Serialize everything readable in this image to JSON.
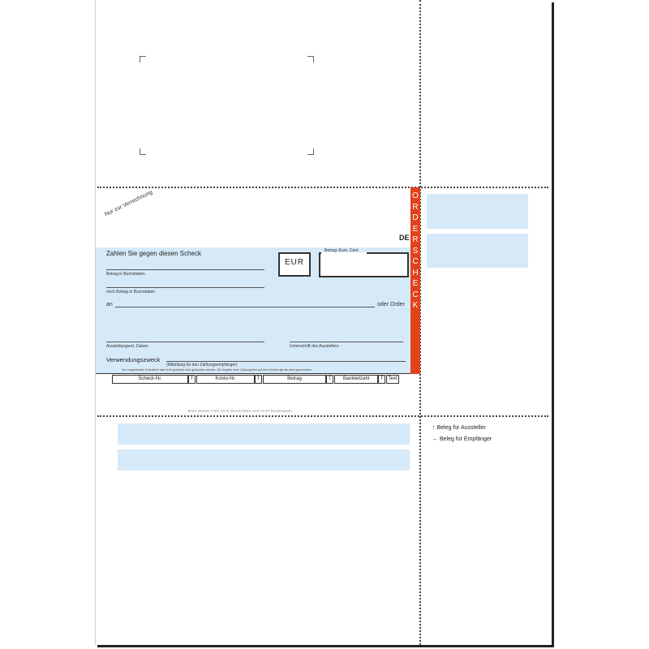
{
  "stamp": "Nur zur Verrechnung",
  "country_code": "DE",
  "band_letters": [
    "O",
    "R",
    "D",
    "E",
    "R",
    "S",
    "C",
    "H",
    "E",
    "C",
    "K"
  ],
  "cheque": {
    "pay_label": "Zahlen Sie gegen diesen Scheck",
    "currency": "EUR",
    "amount_label": "Betrag: Euro, Cent",
    "amount_words_label": "Betrag in Buchstaben",
    "amount_words_cont_label": "noch Betrag in Buchstaben",
    "an_label": "an",
    "order_label": "oder Order",
    "place_date_label": "Ausstellungsort, Datum",
    "signature_label": "Unterschrift des Ausstellers",
    "purpose_label": "Verwendungszweck",
    "purpose_note": "(Mitteilung für den Zahlungsempfänger)",
    "fine_print": "Der vorgedruckte Schecktext darf nicht geändert oder gestrichen werden. Die Angabe einer Zahlungsfrist auf dem Scheck gilt als nicht geschrieben."
  },
  "codeline": {
    "fields": [
      "Scheck-Nr.",
      "Konto-Nr.",
      "Betrag",
      "Bankleitzahl",
      "Text"
    ],
    "t_label": "T"
  },
  "no_write_note": "Bitte dieses Feld nicht beschriften und nicht bestempeln",
  "legend": {
    "issuer": "Beleg für Aussteller",
    "recipient": "Beleg für Empfänger",
    "issuer_arrow": "↑",
    "recipient_arrow": "←"
  },
  "colors": {
    "field_blue": "#d6e9f8",
    "band_red": "#e0421b"
  }
}
